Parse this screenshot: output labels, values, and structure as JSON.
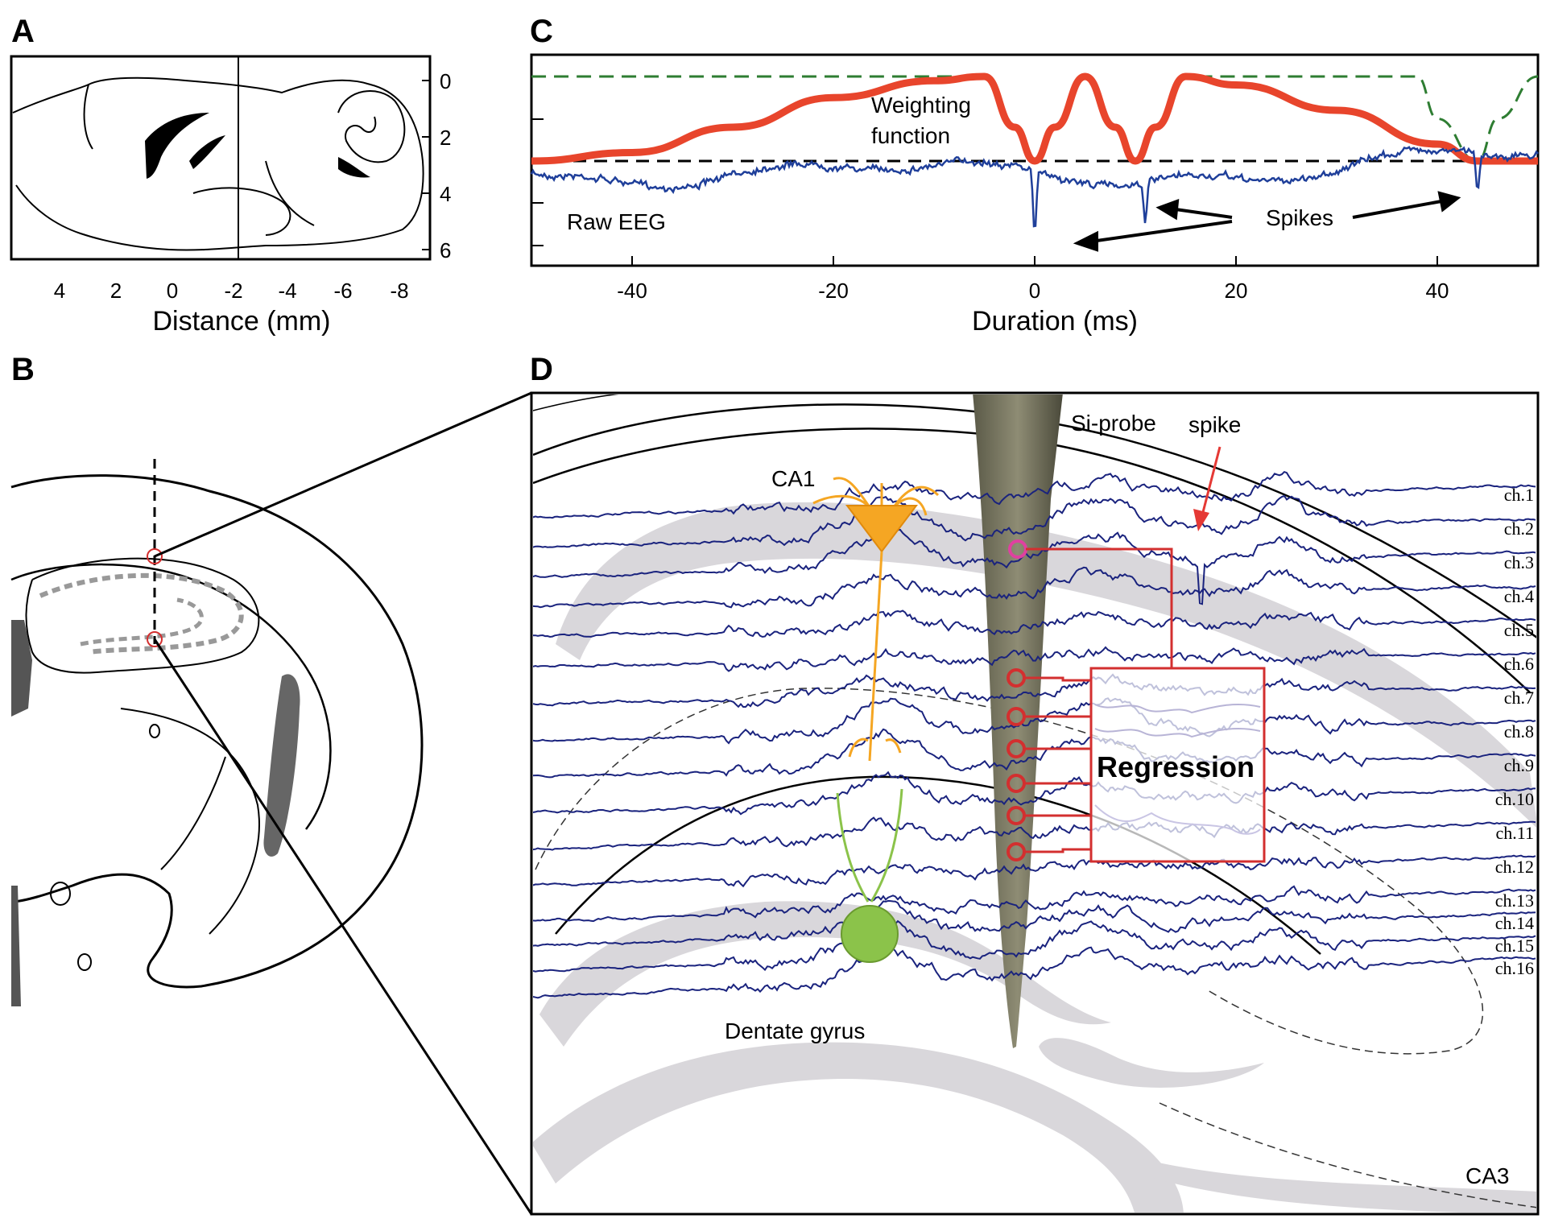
{
  "panels": {
    "A": {
      "letter": "A",
      "xlabel": "Distance (mm)",
      "x_ticks": [
        "4",
        "2",
        "0",
        "-2",
        "-4",
        "-6",
        "-8"
      ],
      "y_ticks": [
        "0",
        "2",
        "4",
        "6"
      ]
    },
    "B": {
      "letter": "B"
    },
    "C": {
      "letter": "C",
      "xlabel": "Duration (ms)",
      "x_ticks": [
        "-40",
        "-20",
        "0",
        "20",
        "40"
      ],
      "annotation_weighting": [
        "Weighting",
        "function"
      ],
      "annotation_raw": "Raw EEG",
      "annotation_spikes": "Spikes"
    },
    "D": {
      "letter": "D",
      "label_probe": "Si-probe",
      "label_spike": "spike",
      "label_ca1": "CA1",
      "label_dentate": "Dentate gyrus",
      "label_ca3": "CA3",
      "label_regression": "Regression",
      "channels": [
        "ch.1",
        "ch.2",
        "ch.3",
        "ch.4",
        "ch.5",
        "ch.6",
        "ch.7",
        "ch.8",
        "ch.9",
        "ch.10",
        "ch.11",
        "ch.12",
        "ch.13",
        "ch.14",
        "ch.15",
        "ch.16"
      ]
    }
  },
  "colors": {
    "eeg": "#1f3f9a",
    "weighting": "#e8452c",
    "green_dash": "#2e7d32",
    "trace": "#1a237e",
    "highlight": "#d32f2f",
    "magenta": "#e040a0",
    "neuron_orange": "#f5a623",
    "neuron_green": "#8bc34a",
    "gray_band": "#d9d7db"
  },
  "chart_data": {
    "type": "line",
    "x_range": [
      -50,
      50
    ],
    "xlabel": "Duration (ms)",
    "series": [
      {
        "name": "Weighting function",
        "x": [
          -50,
          -40,
          -30,
          -20,
          -10,
          -5,
          -2,
          0,
          2,
          5,
          8,
          10,
          12,
          15,
          20,
          30,
          40,
          44,
          50
        ],
        "y": [
          0,
          0.1,
          0.4,
          0.75,
          0.95,
          1,
          0.4,
          0,
          0.4,
          1,
          0.4,
          0,
          0.4,
          1,
          0.9,
          0.6,
          0.2,
          0,
          0
        ]
      },
      {
        "name": "Raw EEG",
        "spike_times": [
          0,
          11,
          44
        ]
      }
    ]
  }
}
